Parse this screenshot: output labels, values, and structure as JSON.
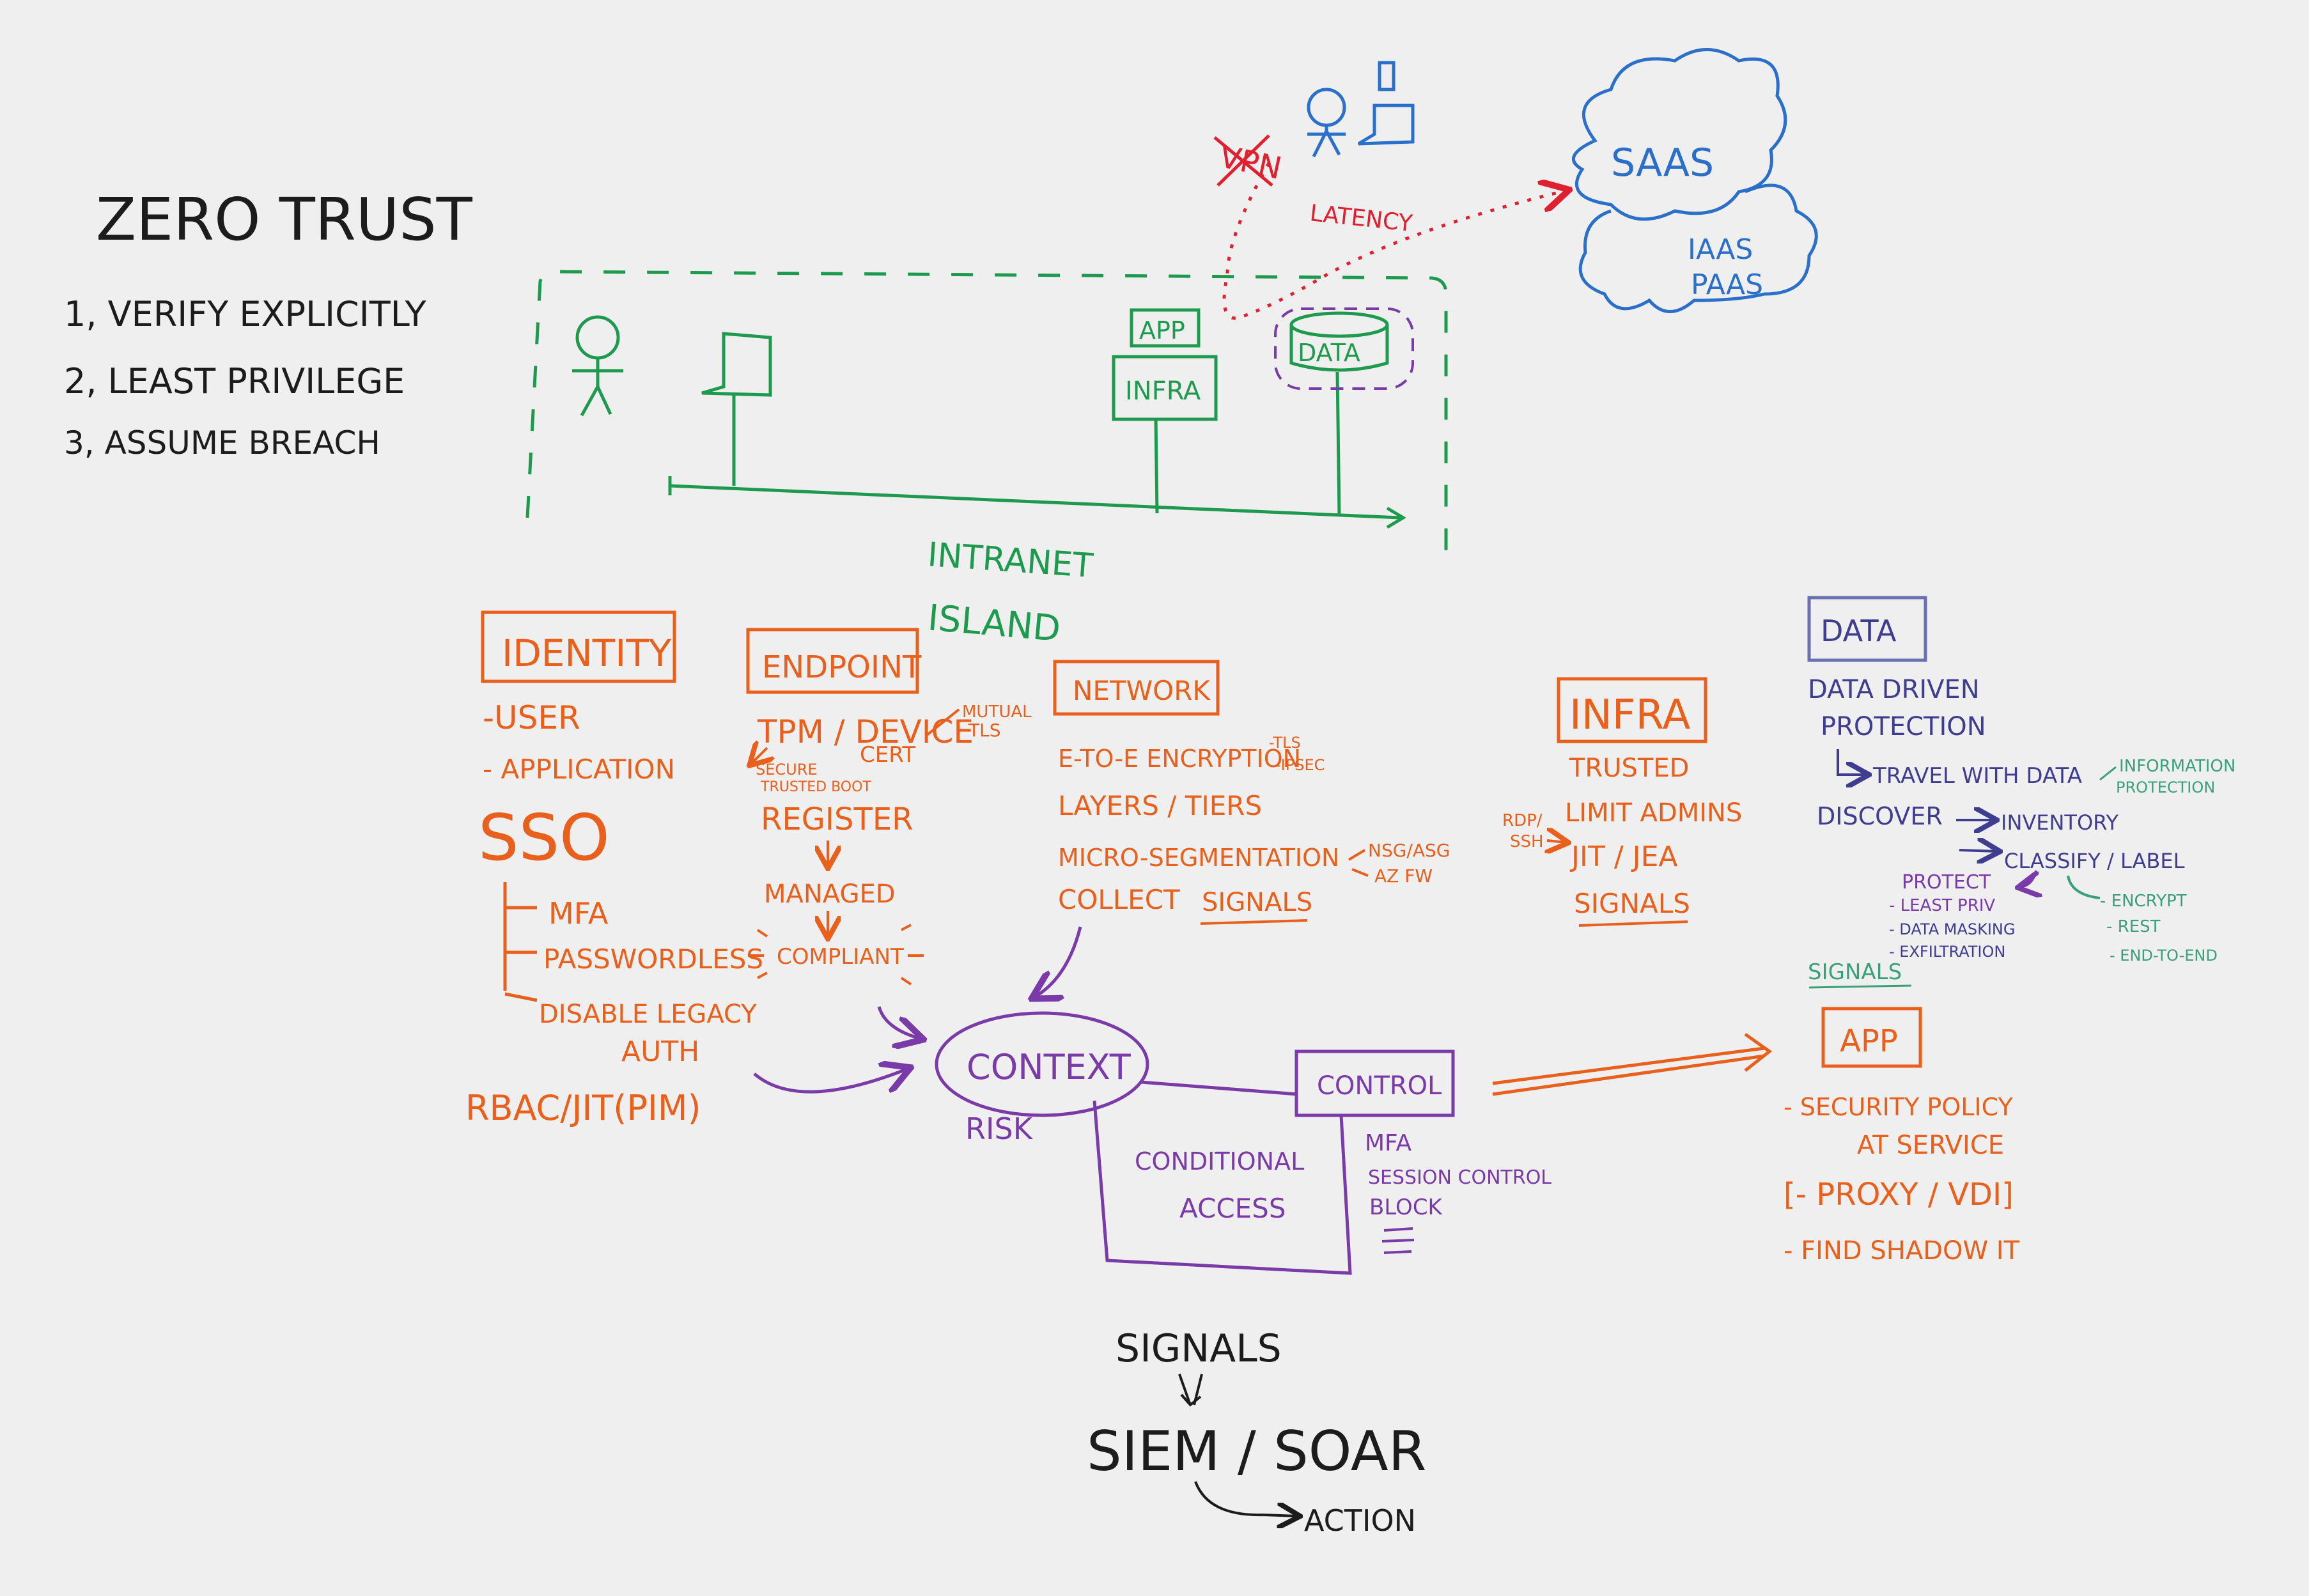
{
  "title": "ZERO TRUST",
  "principles": [
    "1, VERIFY EXPLICITLY",
    "2, LEAST PRIVILEGE",
    "3, ASSUME BREACH"
  ],
  "network_diagram": {
    "vpn": "VPN",
    "latency": "LATENCY",
    "saas": "SAAS",
    "iaas": "IAAS",
    "paas": "PAAS",
    "app": "APP",
    "infra": "INFRA",
    "data": "DATA",
    "intranet": "INTRANET",
    "island": "ISLAND"
  },
  "identity": {
    "heading": "IDENTITY",
    "user": "-USER",
    "application": "- APPLICATION",
    "sso": "SSO",
    "mfa": "MFA",
    "passwordless": "PASSWORDLESS",
    "disable_legacy": "DISABLE LEGACY",
    "auth": "AUTH",
    "rbac": "RBAC/JIT(PIM)"
  },
  "endpoint": {
    "heading": "ENDPOINT",
    "tpm": "TPM / DEVICE",
    "cert": "CERT",
    "mutual": "MUTUAL",
    "tls": "TLS",
    "secure": "SECURE",
    "trusted_boot": "TRUSTED BOOT",
    "register": "REGISTER",
    "managed": "MANAGED",
    "compliant": "COMPLIANT"
  },
  "network": {
    "heading": "NETWORK",
    "e2e": "E-TO-E ENCRYPTION",
    "tls": "-TLS",
    "ipsec": "-IPSEC",
    "layers": "LAYERS / TIERS",
    "micro": "MICRO-SEGMENTATION",
    "nsg": "NSG/ASG",
    "azfw": "AZ FW",
    "collect": "COLLECT",
    "signals": "SIGNALS"
  },
  "infra": {
    "heading": "INFRA",
    "trusted": "TRUSTED",
    "limit": "LIMIT ADMINS",
    "rdp": "RDP/",
    "ssh": "SSH",
    "jit": "JIT / JEA",
    "signals": "SIGNALS"
  },
  "data": {
    "heading": "DATA",
    "driven": "DATA DRIVEN",
    "protection": "PROTECTION",
    "travel": "TRAVEL WITH DATA",
    "information": "INFORMATION",
    "protection_small": "PROTECTION",
    "discover": "DISCOVER",
    "inventory": "INVENTORY",
    "classify": "CLASSIFY / LABEL",
    "protect": "PROTECT",
    "least": "- LEAST PRIV",
    "masking": "- DATA MASKING",
    "exfiltration": "- EXFILTRATION",
    "encrypt": "- ENCRYPT",
    "rest": "- REST",
    "endtoend": "- END-TO-END",
    "signals": "SIGNALS"
  },
  "app": {
    "heading": "APP",
    "security_policy": "- SECURITY POLICY",
    "at_service": "AT SERVICE",
    "proxy": "[- PROXY / VDI]",
    "shadow": "- FIND SHADOW IT"
  },
  "core": {
    "context": "CONTEXT",
    "risk": "RISK",
    "control": "CONTROL",
    "conditional": "CONDITIONAL",
    "access": "ACCESS",
    "mfa": "MFA",
    "session": "SESSION CONTROL",
    "block": "BLOCK"
  },
  "bottom": {
    "signals": "SIGNALS",
    "siem": "SIEM / SOAR",
    "action": "ACTION"
  },
  "colors": {
    "background": "#efefef",
    "black": "#1c1c1c",
    "green": "#1e9a4e",
    "orange": "#e8601c",
    "purple": "#7a3aa8",
    "blue": "#2a6fc9",
    "red": "#e0202e",
    "indigo": "#3e3d8f",
    "teal": "#3aa07a"
  }
}
